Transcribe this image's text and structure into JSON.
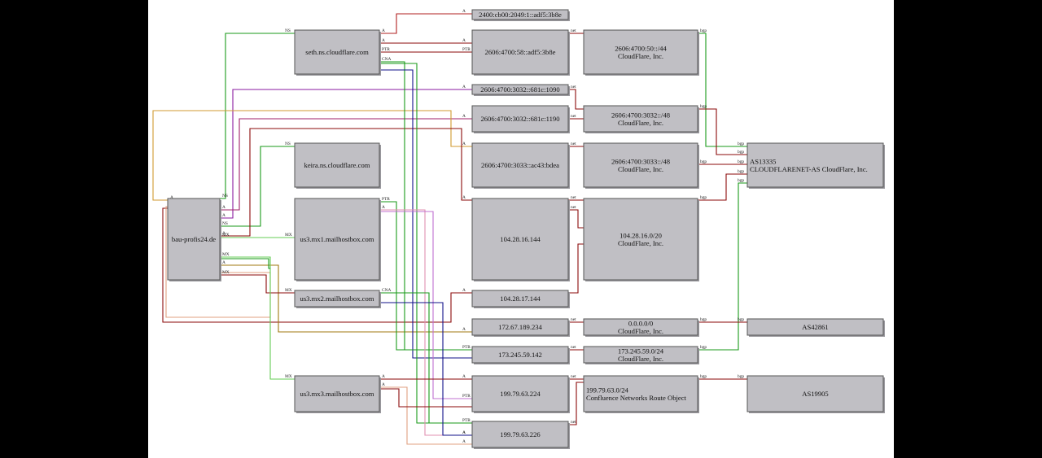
{
  "diagram": {
    "domain": "bau-profis24.de",
    "nodes": {
      "domain": {
        "label": [
          "bau-profis24.de"
        ]
      },
      "ns_seth": {
        "label": [
          "seth.ns.cloudflare.com"
        ]
      },
      "ns_keira": {
        "label": [
          "keira.ns.cloudflare.com"
        ]
      },
      "mx1": {
        "label": [
          "us3.mx1.mailhostbox.com"
        ]
      },
      "mx2": {
        "label": [
          "us3.mx2.mailhostbox.com"
        ]
      },
      "mx3": {
        "label": [
          "us3.mx3.mailhostbox.com"
        ]
      },
      "ip6_2400": {
        "label": [
          "2400:cb00:2049:1::adf5:3b8e"
        ]
      },
      "ip6_2606_58": {
        "label": [
          "2606:4700:58::adf5:3b8e"
        ]
      },
      "ip6_1090": {
        "label": [
          "2606:4700:3032::681c:1090"
        ]
      },
      "ip6_1190": {
        "label": [
          "2606:4700:3032::681c:1190"
        ]
      },
      "ip6_bdea": {
        "label": [
          "2606:4700:3033::ac43:bdea"
        ]
      },
      "ip_104_144": {
        "label": [
          "104.28.16.144"
        ]
      },
      "ip_104_17": {
        "label": [
          "104.28.17.144"
        ]
      },
      "ip_172": {
        "label": [
          "172.67.189.234"
        ]
      },
      "ip_173": {
        "label": [
          "173.245.59.142"
        ]
      },
      "ip_199_224": {
        "label": [
          "199.79.63.224"
        ]
      },
      "ip_199_226": {
        "label": [
          "199.79.63.226"
        ]
      },
      "net_2606_50": {
        "label": [
          "2606:4700:50::/44",
          "CloudFlare, Inc."
        ]
      },
      "net_3032": {
        "label": [
          "2606:4700:3032::/48",
          "CloudFlare, Inc."
        ]
      },
      "net_3033": {
        "label": [
          "2606:4700:3033::/48",
          "CloudFlare, Inc."
        ]
      },
      "net_104": {
        "label": [
          "104.28.16.0/20",
          "CloudFlare, Inc."
        ]
      },
      "net_0": {
        "label": [
          "0.0.0.0/0",
          "CloudFlare, Inc."
        ]
      },
      "net_173": {
        "label": [
          "173.245.59.0/24",
          "CloudFlare, Inc."
        ]
      },
      "net_199": {
        "label": [
          "199.79.63.0/24",
          "Confluence Networks Route Object"
        ]
      },
      "as13335": {
        "label": [
          "AS13335",
          "CLOUDFLARENET-AS CloudFlare, Inc."
        ]
      },
      "as42861": {
        "label": [
          "AS42861"
        ]
      },
      "as19905": {
        "label": [
          "AS19905"
        ]
      }
    },
    "edge_labels": {
      "A": "A",
      "NS": "NS",
      "MX": "MX",
      "PTR": "PTR",
      "CNAME": "CNA",
      "NET": "net",
      "BGP": "bgp"
    },
    "colors": {
      "green": "#1a9a1a",
      "lightgreen": "#66cc55",
      "darkred": "#8b0a0a",
      "red": "#b02020",
      "purple": "#8a1aa0",
      "magenta": "#a0206a",
      "orange": "#d09a30",
      "olive": "#a07a10",
      "navy": "#10108a",
      "pink": "#e090b0",
      "salmon": "#e0a080",
      "violet": "#c070d0"
    }
  }
}
